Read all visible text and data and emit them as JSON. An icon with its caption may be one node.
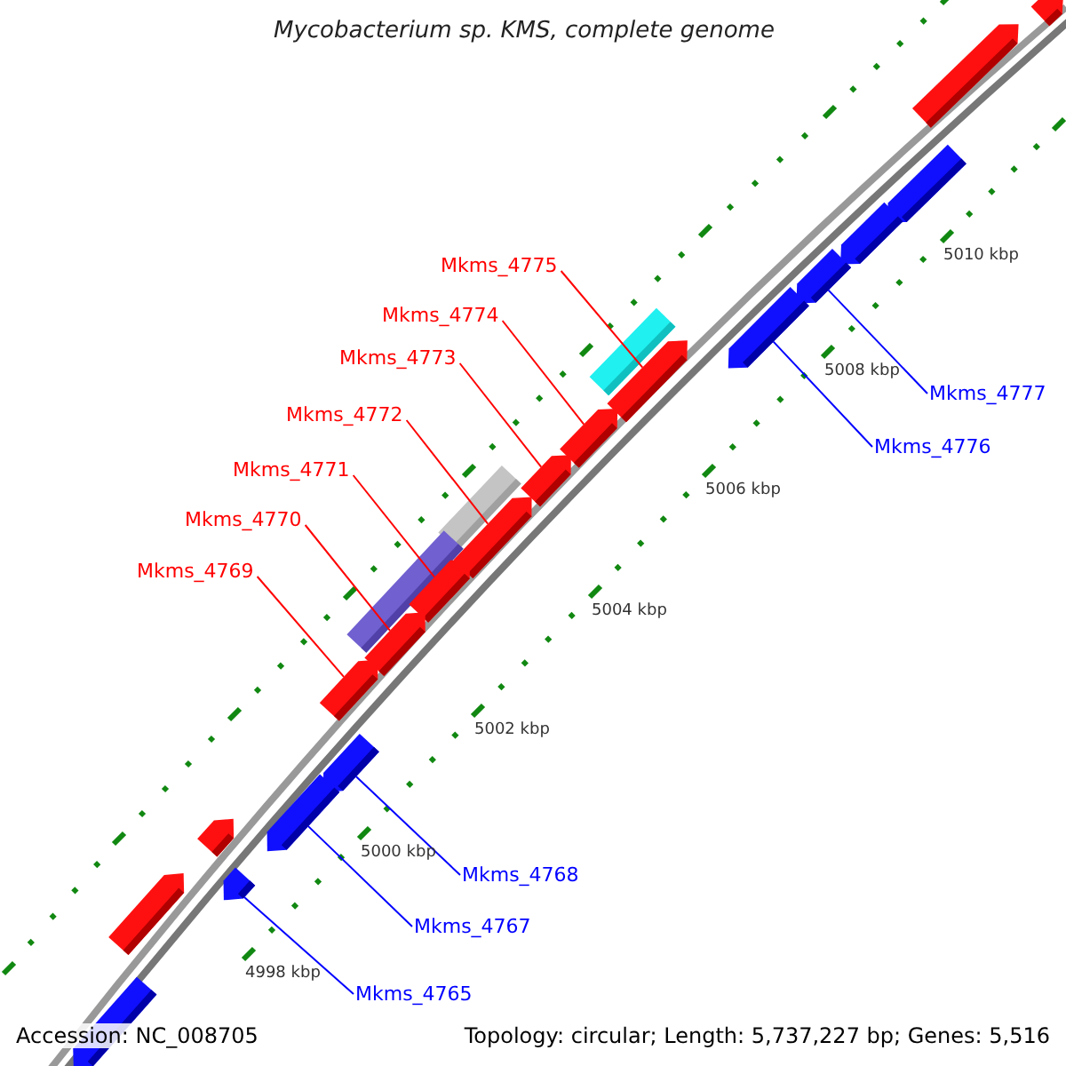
{
  "diagram": {
    "title": "Mycobacterium sp. KMS, complete genome",
    "nodes": [
      {
        "text": [
          "Mkms_4775"
        ]
      },
      {
        "text": [
          "Mkms_4774"
        ]
      },
      {
        "text": [
          "Mkms_4773"
        ]
      },
      {
        "text": [
          "Mkms_4777"
        ]
      },
      {
        "text": [
          "Mkms_4772"
        ]
      },
      {
        "text": [
          "Mkms_4776"
        ]
      },
      {
        "text": [
          "Mkms_4771"
        ]
      },
      {
        "text": [
          "Mkms_4770"
        ]
      },
      {
        "text": [
          "Mkms_4769"
        ]
      },
      {
        "text": [
          "Mkms_4768"
        ]
      },
      {
        "text": [
          "Mkms_4767"
        ]
      },
      {
        "text": [
          "Mkms_4765"
        ]
      },
      {
        "text": [],
        "shape": "pentagon"
      },
      {
        "text": [],
        "shape": "pentagon"
      },
      {
        "text": [],
        "shape": "pentagon"
      },
      {
        "text": [],
        "shape": "pentagon"
      },
      {
        "text": [],
        "shape": "pentagon"
      },
      {
        "text": [],
        "shape": "pentagon"
      },
      {
        "text": [],
        "shape": "bar"
      },
      {
        "text": [],
        "shape": "pentagon"
      },
      {
        "text": [],
        "shape": "pentagon"
      },
      {
        "text": [],
        "shape": "pentagon"
      },
      {
        "text": [],
        "shape": "bar"
      },
      {
        "text": [],
        "shape": "pentagon"
      },
      {
        "text": [],
        "shape": "bar"
      },
      {
        "text": [],
        "shape": "pentagon"
      },
      {
        "text": [],
        "shape": "pentagon"
      },
      {
        "text": [],
        "shape": "pentagon"
      },
      {
        "text": [],
        "shape": "pentagon"
      },
      {
        "text": [],
        "shape": "pentagon"
      },
      {
        "text": [],
        "shape": "pentagon"
      },
      {
        "text": [],
        "shape": "pentagon"
      },
      {
        "text": [],
        "shape": "pentagon"
      },
      {
        "text": [],
        "shape": "pentagon"
      }
    ],
    "edges": [
      {
        "from": 0,
        "to": 19,
        "arrow": "none"
      },
      {
        "from": 1,
        "to": 20,
        "arrow": "none"
      },
      {
        "from": 2,
        "to": 21,
        "arrow": "none"
      },
      {
        "from": 3,
        "to": 16,
        "arrow": "none",
        "color": "#0000ff"
      },
      {
        "from": 4,
        "to": 23,
        "arrow": "none"
      },
      {
        "from": 5,
        "to": 17,
        "arrow": "none",
        "color": "#0000ff"
      },
      {
        "from": 6,
        "to": 25,
        "arrow": "none"
      },
      {
        "from": 7,
        "to": 26,
        "arrow": "none"
      },
      {
        "from": 8,
        "to": 27,
        "arrow": "none"
      },
      {
        "from": 9,
        "to": 28,
        "arrow": "none",
        "color": "#0000ff"
      },
      {
        "from": 10,
        "to": 29,
        "arrow": "none",
        "color": "#0000ff"
      },
      {
        "from": 11,
        "to": 31,
        "arrow": "none",
        "color": "#0000ff"
      }
    ],
    "labels": [
      "5010 kbp",
      "5008 kbp",
      "5006 kbp",
      "5004 kbp",
      "5002 kbp",
      "5000 kbp",
      "4998 kbp",
      "Accession: NC_008705",
      "Topology: circular; Length: 5,737,227 bp; Genes: 5,516"
    ]
  }
}
